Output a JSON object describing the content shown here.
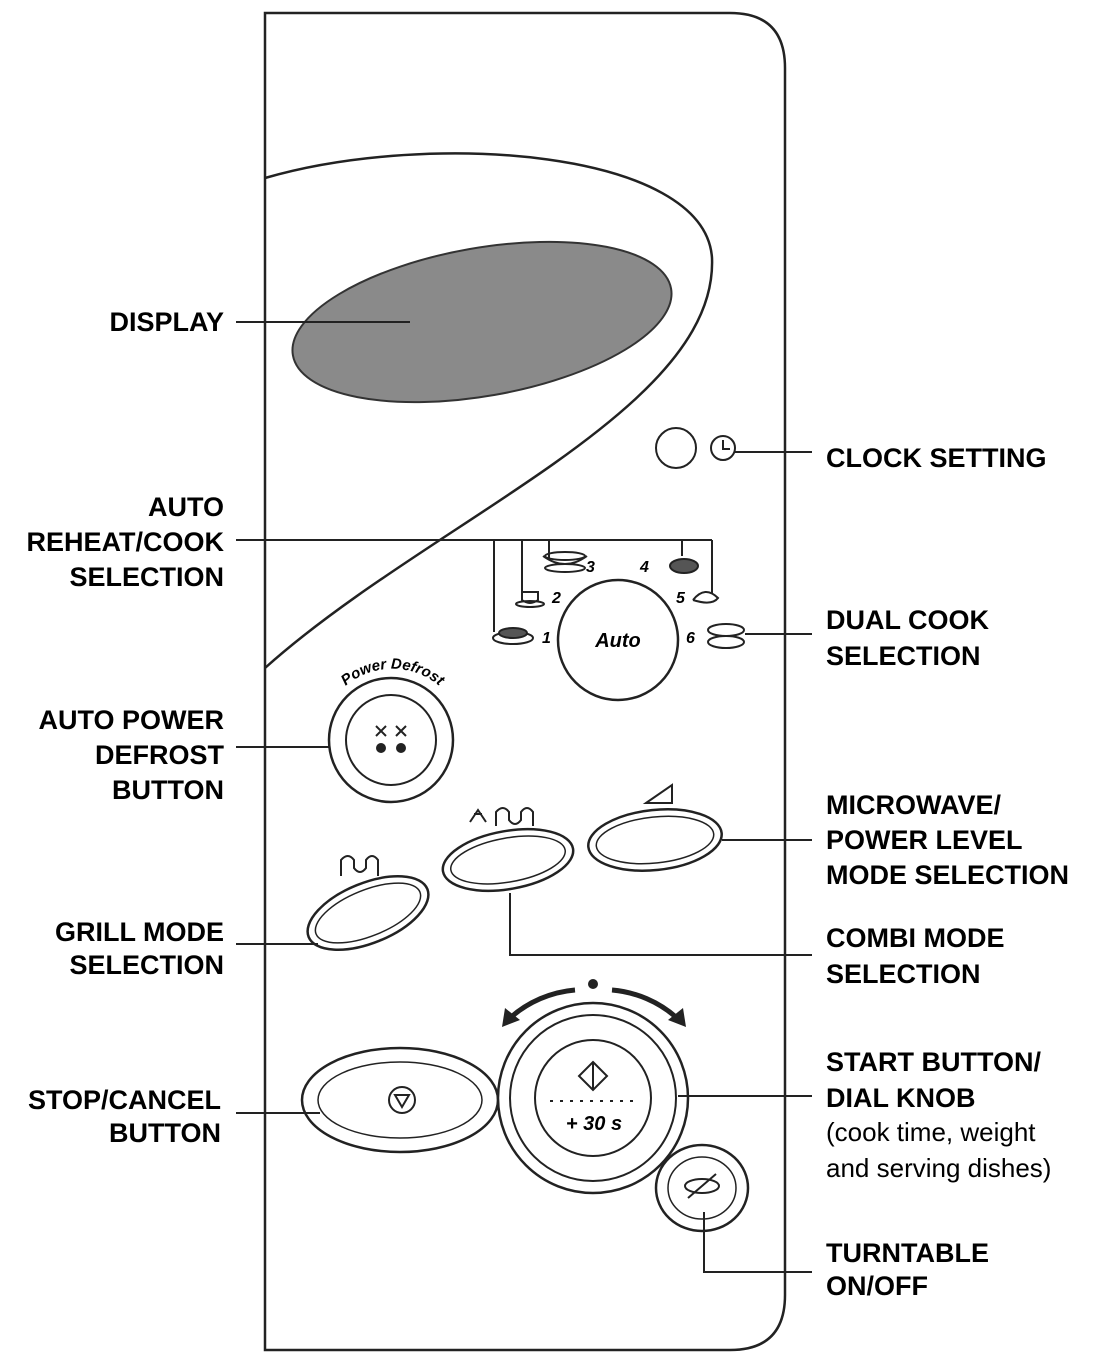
{
  "labels": {
    "display": "DISPLAY",
    "clock_setting": "CLOCK SETTING",
    "auto_reheat_cook": "AUTO\nREHEAT/COOK\nSELECTION",
    "dual_cook": "DUAL COOK\nSELECTION",
    "auto_power_defrost": "AUTO POWER\nDEFROST\nBUTTON",
    "microwave_power_level": "MICROWAVE/\nPOWER LEVEL\nMODE SELECTION",
    "grill_mode": "GRILL MODE\nSELECTION",
    "combi_mode": "COMBI MODE\nSELECTION",
    "stop_cancel": "STOP/CANCEL\nBUTTON",
    "start_dial": "START BUTTON/\nDIAL KNOB",
    "start_dial_note": "(cook time, weight\nand serving dishes)",
    "turntable": "TURNTABLE\nON/OFF"
  },
  "panel": {
    "auto_knob_label": "Auto",
    "power_defrost_label": "Power Defrost",
    "plus_30s_label": "+ 30 s",
    "auto_programs": [
      "1",
      "2",
      "3",
      "4",
      "5",
      "6"
    ]
  },
  "colors": {
    "display_fill": "#8a8a8a",
    "line": "#222222"
  }
}
